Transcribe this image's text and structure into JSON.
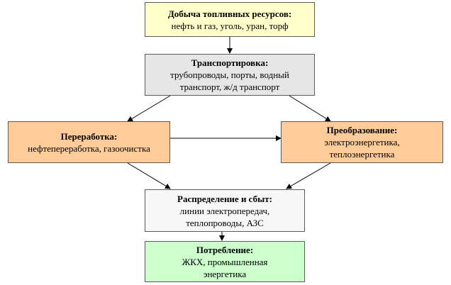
{
  "nodes": {
    "extraction": {
      "title": "Добыча топливных ресурсов:",
      "lines": [
        "нефть и газ, уголь, уран, торф"
      ],
      "color": "#ffffcc"
    },
    "transport": {
      "title": "Транспортировка:",
      "lines": [
        "трубопроводы, порты, водный",
        "транспорт, ж/д транспорт"
      ],
      "color": "#e6e6e6"
    },
    "processing": {
      "title": "Переработка:",
      "lines": [
        "нефтепереработка, газоочистка"
      ],
      "color": "#ffcc99"
    },
    "conversion": {
      "title": "Преобразование:",
      "lines": [
        "электроэнергетика,",
        "теплоэнергетика"
      ],
      "color": "#ffcc99"
    },
    "distribution": {
      "title": "Распределение и сбыт:",
      "lines": [
        "линии электропередач,",
        "теплопроводы, АЗС"
      ],
      "color": "#f7f7f7"
    },
    "consumption": {
      "title": "Потребление:",
      "lines": [
        "ЖКХ, промышленная",
        "энергетика"
      ],
      "color": "#ccffcc"
    }
  },
  "edges": [
    {
      "from": "extraction",
      "to": "transport"
    },
    {
      "from": "transport",
      "to": "processing"
    },
    {
      "from": "transport",
      "to": "conversion"
    },
    {
      "from": "processing",
      "to": "conversion"
    },
    {
      "from": "processing",
      "to": "distribution"
    },
    {
      "from": "conversion",
      "to": "distribution"
    },
    {
      "from": "distribution",
      "to": "consumption"
    }
  ]
}
